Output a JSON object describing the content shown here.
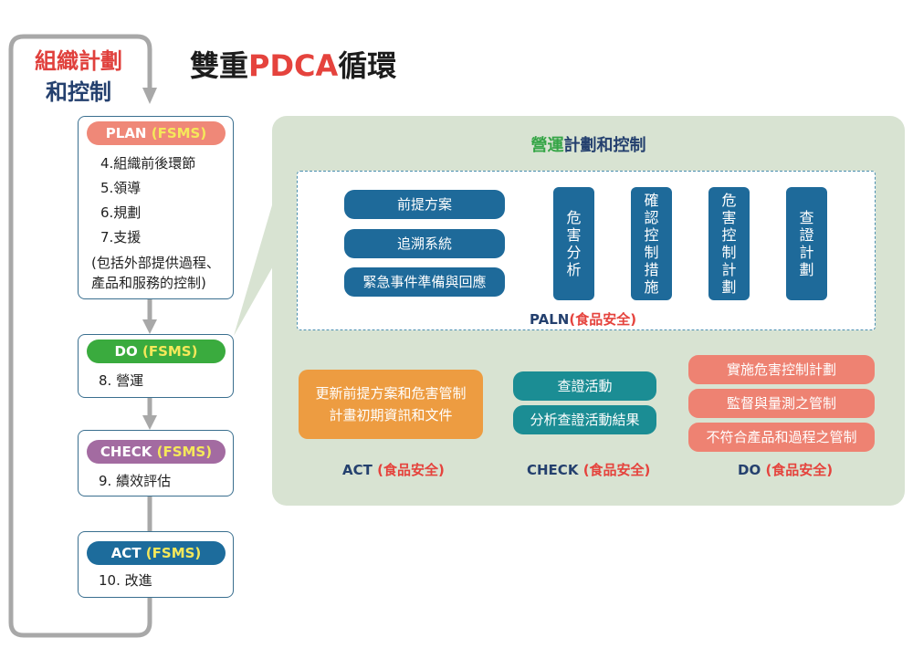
{
  "outer_label": {
    "line1": "組織計劃",
    "line2": "和控制"
  },
  "title": {
    "prefix": "雙重",
    "accent": "PDCA",
    "suffix": "循環"
  },
  "stages": [
    {
      "key": "plan",
      "label": "PLAN",
      "tag": "(FSMS)",
      "color": "#ef8878",
      "items": [
        "4.組織前後環節",
        "5.領導",
        "6.規劃",
        "7.支援",
        "(包括外部提供過程、",
        "產品和服務的控制)"
      ]
    },
    {
      "key": "do",
      "label": "DO",
      "tag": "(FSMS)",
      "color": "#3aab3e",
      "items": [
        "8. 營運"
      ]
    },
    {
      "key": "check",
      "label": "CHECK",
      "tag": "(FSMS)",
      "color": "#a36ba1",
      "items": [
        "9. 績效評估"
      ]
    },
    {
      "key": "act",
      "label": "ACT",
      "tag": "(FSMS)",
      "color": "#1d6c9c",
      "items": [
        "10. 改進"
      ]
    }
  ],
  "operations": {
    "title_accent": "營運",
    "title_rest": "計劃和控制",
    "plan_inputs": [
      "前提方案",
      "追溯系統",
      "緊急事件準備與回應"
    ],
    "plan_steps": [
      "危害分析",
      "確認控制措施",
      "危害控制計劃",
      "查證計劃"
    ],
    "plan_caption_main": "PALN",
    "plan_caption_tag": "(食品安全)",
    "do_items": [
      "實施危害控制計劃",
      "監督與量測之管制",
      "不符合產品和過程之管制"
    ],
    "check_items": [
      "查證活動",
      "分析查證活動結果"
    ],
    "act_text_line1": "更新前提方案和危害管制",
    "act_text_line2": "計畫初期資訊和文件",
    "act_caption_main": "ACT",
    "check_caption_main": "CHECK",
    "do_caption_main": "DO",
    "caption_tag": "(食品安全)"
  },
  "colors": {
    "navy": "#1e6a9a",
    "teal": "#1b8d94",
    "salmon": "#ee8272",
    "orange": "#ed9c41",
    "panel": "#d8e3d2"
  }
}
